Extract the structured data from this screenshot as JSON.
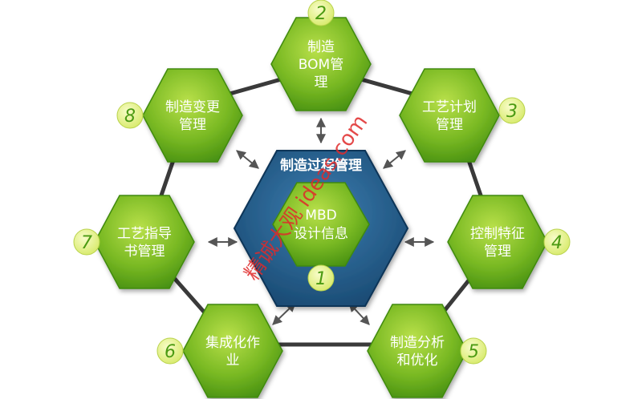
{
  "center": {
    "title": "制造过程管理",
    "inner_lines": [
      "MBD",
      "设计信息"
    ],
    "number": "1"
  },
  "nodes": [
    {
      "id": "bom",
      "lines": [
        "制造",
        "BOM管",
        "理"
      ],
      "number": "2"
    },
    {
      "id": "process-plan",
      "lines": [
        "工艺计划",
        "管理"
      ],
      "number": "3"
    },
    {
      "id": "control-feature",
      "lines": [
        "控制特征",
        "管理"
      ],
      "number": "4"
    },
    {
      "id": "analysis",
      "lines": [
        "制造分析",
        "和优化"
      ],
      "number": "5"
    },
    {
      "id": "integration",
      "lines": [
        "集成化作",
        "业"
      ],
      "number": "6"
    },
    {
      "id": "instruction",
      "lines": [
        "工艺指导",
        "书管理"
      ],
      "number": "7"
    },
    {
      "id": "change",
      "lines": [
        "制造变更",
        "管理"
      ],
      "number": "8"
    }
  ],
  "watermark": "精诚大观 ideas.com",
  "colors": {
    "green_dark": "#3f8a0e",
    "green_light": "#a6d33a",
    "blue_dark": "#14466f",
    "blue_light": "#2f6e9e",
    "badge_fill": "#e9f39a",
    "arrow": "#555555",
    "ring_line": "#3a3a3a"
  }
}
